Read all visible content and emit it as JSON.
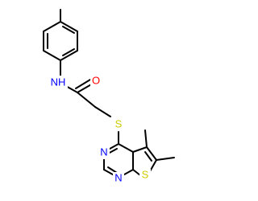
{
  "molecule": {
    "atoms": {
      "nh": "NH",
      "o": "O",
      "s_thioether": "S",
      "s_thiophene": "S",
      "n_upper": "N",
      "n_lower": "N"
    },
    "colors": {
      "bond": "#000000",
      "nitrogen": "#0000ff",
      "oxygen": "#ff0000",
      "sulfur": "#cccc00"
    }
  }
}
